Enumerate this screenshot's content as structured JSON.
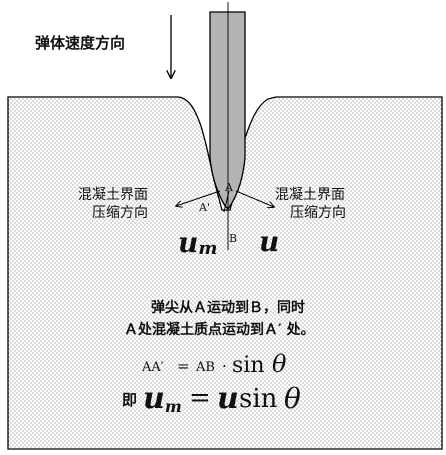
{
  "labels": {
    "projectile_velocity_direction": "弹体速度方向",
    "concrete_surface_compression_left_line1": "混凝土界面",
    "concrete_surface_compression_left_line2": "压缩方向",
    "concrete_surface_compression_right_line1": "混凝土界面",
    "concrete_surface_compression_right_line2": "压缩方向",
    "point_a": "A",
    "point_a_prime": "A'",
    "point_b": "B",
    "symbol_um_base": "u",
    "symbol_um_sub": "m",
    "symbol_u": "u"
  },
  "explanation": {
    "line1": "弹尖从Ａ运动到Ｂ，同时",
    "line2": "Ａ处混凝土质点运动到Ａ′ 处。"
  },
  "formulas": {
    "f1_lhs": "AA′",
    "f1_eq": "=",
    "f1_ab": "AB",
    "f1_dot": "·",
    "f1_sin": "sin",
    "f1_theta": "θ",
    "f2_prefix": "即",
    "f2_u": "u",
    "f2_sub": "m",
    "f2_eq": "=",
    "f2_u2": "u",
    "f2_sin": "sin",
    "f2_theta": "θ"
  },
  "colors": {
    "projectile_fill": "#b4b4b4",
    "stroke": "#000000",
    "dot_pattern": "#555555",
    "background": "#ffffff"
  }
}
